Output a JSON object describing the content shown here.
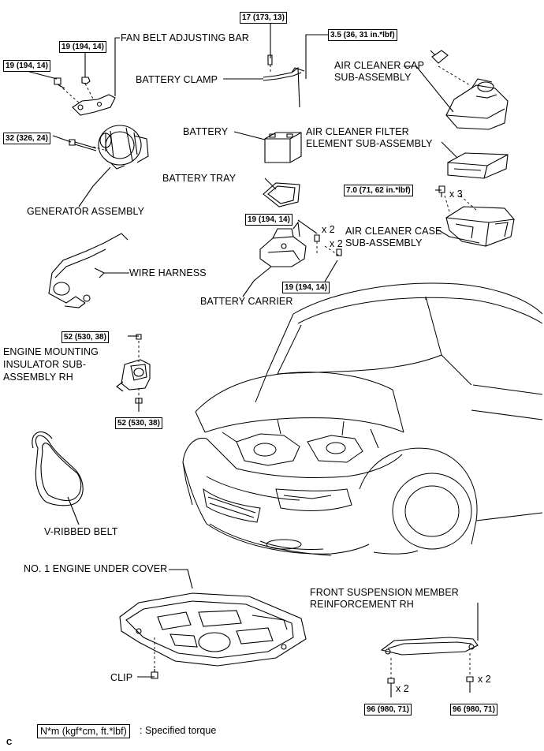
{
  "labels": {
    "fan_belt_adjusting_bar": "FAN BELT ADJUSTING BAR",
    "battery_clamp": "BATTERY CLAMP",
    "air_cleaner_cap_1": "AIR CLEANER CAP",
    "air_cleaner_cap_2": "SUB-ASSEMBLY",
    "battery": "BATTERY",
    "air_cleaner_filter_1": "AIR CLEANER FILTER",
    "air_cleaner_filter_2": "ELEMENT SUB-ASSEMBLY",
    "battery_tray": "BATTERY TRAY",
    "generator_assembly": "GENERATOR ASSEMBLY",
    "air_cleaner_case_1": "AIR CLEANER CASE",
    "air_cleaner_case_2": "SUB-ASSEMBLY",
    "wire_harness": "WIRE HARNESS",
    "battery_carrier": "BATTERY CARRIER",
    "engine_mount_1": "ENGINE MOUNTING",
    "engine_mount_2": "INSULATOR SUB-",
    "engine_mount_3": "ASSEMBLY RH",
    "v_ribbed_belt": "V-RIBBED BELT",
    "engine_under_cover": "NO. 1 ENGINE UNDER COVER",
    "front_susp_1": "FRONT SUSPENSION MEMBER",
    "front_susp_2": "REINFORCEMENT RH",
    "clip": "CLIP"
  },
  "torques": {
    "t_17": "17 (173, 13)",
    "t_3_5": "3.5 (36, 31 in.*lbf)",
    "t_19_fan": "19 (194, 14)",
    "t_19_left": "19 (194, 14)",
    "t_32": "32 (326, 24)",
    "t_7_0": "7.0 (71, 62 in.*lbf)",
    "t_19_carrier_top": "19 (194, 14)",
    "t_19_carrier_bottom": "19 (194, 14)",
    "t_52_top": "52 (530, 38)",
    "t_52_bottom": "52 (530, 38)",
    "t_96_left": "96 (980, 71)",
    "t_96_right": "96 (980, 71)"
  },
  "quantities": {
    "q_x3": "x 3",
    "q_x2_a": "x 2",
    "q_x2_b": "x 2",
    "q_x2_c": "x 2",
    "q_x2_d": "x 2"
  },
  "legend": {
    "box_text": "N*m (kgf*cm, ft.*lbf)",
    "description": ": Specified torque"
  },
  "figure_code": "C"
}
